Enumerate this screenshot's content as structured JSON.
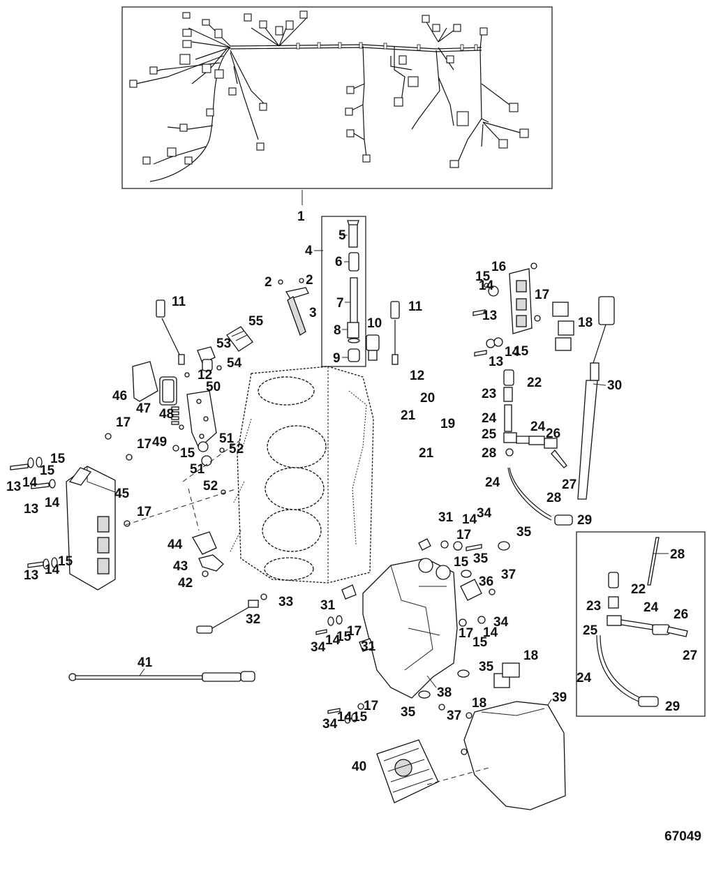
{
  "figure_id": "67049",
  "callouts": {
    "c1": "1",
    "c2": "2",
    "c3": "3",
    "c4": "4",
    "c5": "5",
    "c6": "6",
    "c7": "7",
    "c8": "8",
    "c9": "9",
    "c10": "10",
    "c11": "11",
    "c12": "12",
    "c13": "13",
    "c14": "14",
    "c15": "15",
    "c16": "16",
    "c17": "17",
    "c18": "18",
    "c19": "19",
    "c20": "20",
    "c21": "21",
    "c22": "22",
    "c23": "23",
    "c24": "24",
    "c25": "25",
    "c26": "26",
    "c27": "27",
    "c28": "28",
    "c29": "29",
    "c30": "30",
    "c31": "31",
    "c32": "32",
    "c33": "33",
    "c34": "34",
    "c35": "35",
    "c36": "36",
    "c37": "37",
    "c38": "38",
    "c39": "39",
    "c40": "40",
    "c41": "41",
    "c42": "42",
    "c43": "43",
    "c44": "44",
    "c45": "45",
    "c46": "46",
    "c47": "47",
    "c48": "48",
    "c49": "49",
    "c50": "50",
    "c51": "51",
    "c52": "52",
    "c53": "53",
    "c54": "54",
    "c55": "55"
  }
}
